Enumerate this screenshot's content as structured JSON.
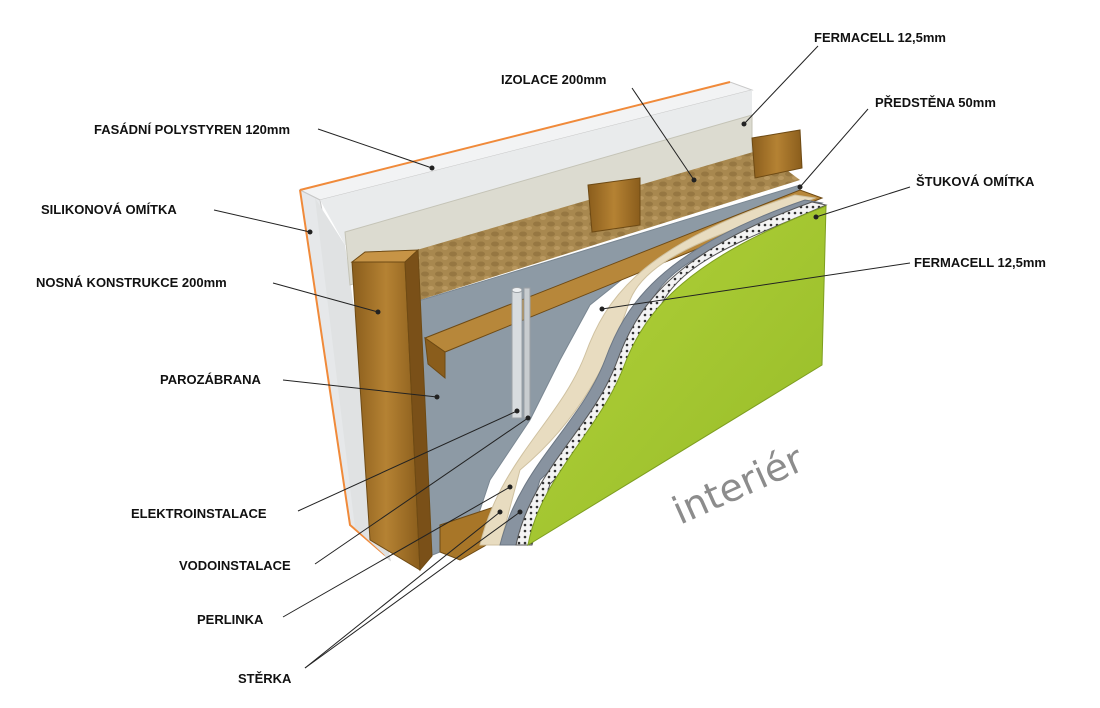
{
  "labels": {
    "fasadni": "FASÁDNÍ POLYSTYREN 120mm",
    "silikonova": "SILIKONOVÁ OMÍTKA",
    "nosna": "NOSNÁ KONSTRUKCE 200mm",
    "parozabrana": "PAROZÁBRANA",
    "elektro": "ELEKTROINSTALACE",
    "vodo": "VODOINSTALACE",
    "perlinka": "PERLINKA",
    "sterka": "STĚRKA",
    "izolace": "IZOLACE 200mm",
    "fermacell_top": "FERMACELL 12,5mm",
    "predstena": "PŘEDSTĚNA 50mm",
    "stukova": "ŠTUKOVÁ OMÍTKA",
    "fermacell_right": "FERMACELL 12,5mm"
  },
  "interior_text": "interiér",
  "colors": {
    "polystyrene": "#e6e8ea",
    "render_edge": "#f08a3a",
    "fermacell_back": "#dcdbd0",
    "insulation": "#a8884f",
    "wood": "#a87628",
    "vapour_barrier": "#8d9aa5",
    "finish_green": "#a6c832",
    "plaster": "#e8dcc0"
  }
}
